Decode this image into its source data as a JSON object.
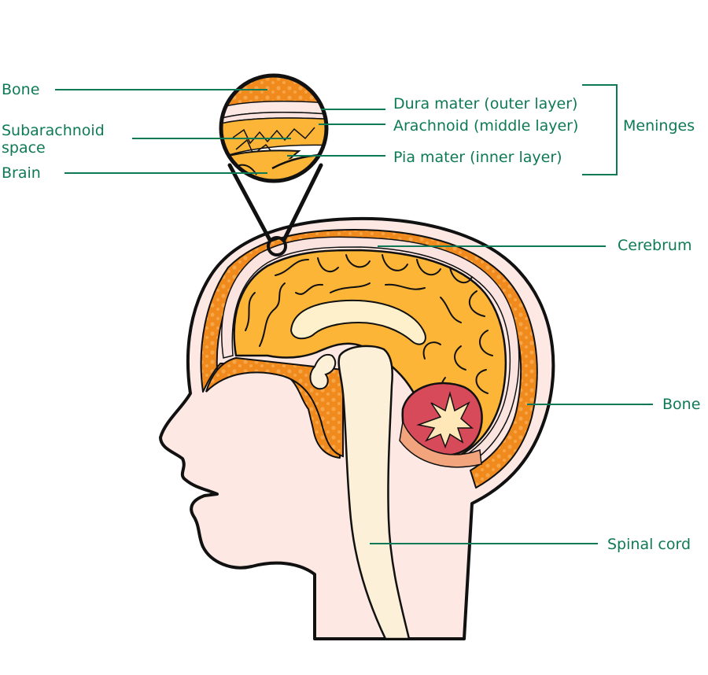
{
  "labels": {
    "bone_inset": "Bone",
    "subarachnoid_line1": "Subarachnoid",
    "subarachnoid_line2": "space",
    "brain": "Brain",
    "dura": "Dura mater (outer layer)",
    "arachnoid": "Arachnoid (middle layer)",
    "pia": "Pia mater (inner layer)",
    "meninges": "Meninges",
    "cerebrum": "Cerebrum",
    "bone_skull": "Bone",
    "spinal_cord": "Spinal cord"
  },
  "colors": {
    "label_green": "#0e7a55",
    "outline": "#111111",
    "skin": "#fde8e4",
    "bone": "#f08a1c",
    "bone_dots": "#f6a548",
    "brain": "#fcb536",
    "brain_light": "#fff0cc",
    "spinal_cord": "#fdf0d8",
    "cerebellum": "#d64a5a",
    "meninges_band": "#fbe4e0"
  }
}
